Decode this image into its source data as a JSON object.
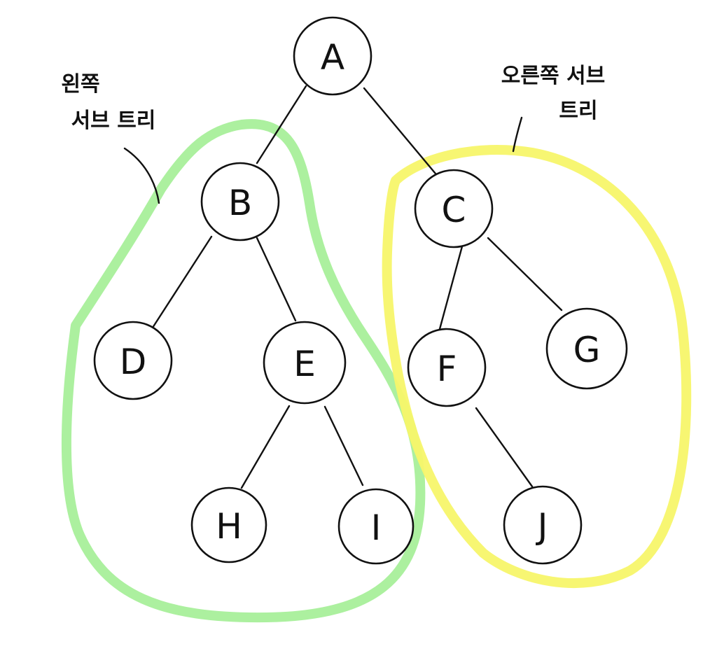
{
  "nodes": [
    {
      "id": "A",
      "label": "A"
    },
    {
      "id": "B",
      "label": "B"
    },
    {
      "id": "C",
      "label": "C"
    },
    {
      "id": "D",
      "label": "D"
    },
    {
      "id": "E",
      "label": "E"
    },
    {
      "id": "F",
      "label": "F"
    },
    {
      "id": "G",
      "label": "G"
    },
    {
      "id": "H",
      "label": "H"
    },
    {
      "id": "I",
      "label": "I"
    },
    {
      "id": "J",
      "label": "J"
    }
  ],
  "edges": [
    {
      "from": "A",
      "to": "B"
    },
    {
      "from": "A",
      "to": "C"
    },
    {
      "from": "B",
      "to": "D"
    },
    {
      "from": "B",
      "to": "E"
    },
    {
      "from": "E",
      "to": "H"
    },
    {
      "from": "E",
      "to": "I"
    },
    {
      "from": "C",
      "to": "F"
    },
    {
      "from": "C",
      "to": "G"
    },
    {
      "from": "F",
      "to": "J"
    }
  ],
  "subtrees": {
    "left": {
      "label_line1": "왼쪽",
      "label_line2": "서브 트리",
      "color": "#a8ef9a"
    },
    "right": {
      "label_line1": "오른쪽 서브",
      "label_line2": "트리",
      "color": "#f7f56a"
    }
  }
}
